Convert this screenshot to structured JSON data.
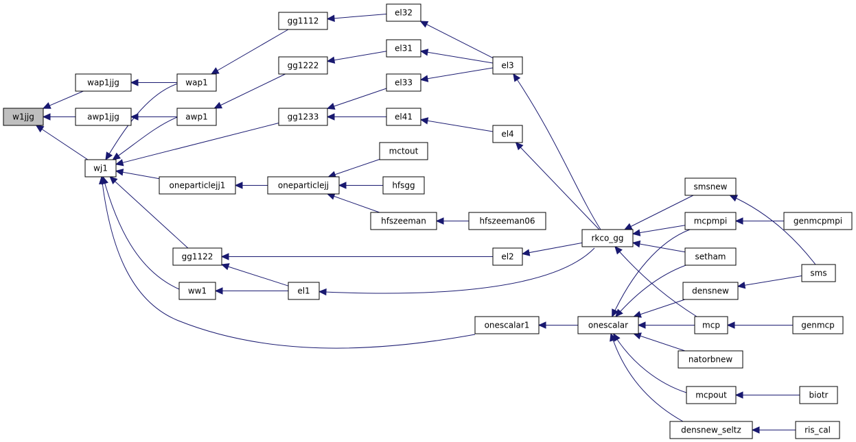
{
  "graph": {
    "root": "w1jjg",
    "nodes": [
      {
        "id": "w1jjg",
        "label": "w1jjg",
        "root": true
      },
      {
        "id": "wap1jjg",
        "label": "wap1jjg"
      },
      {
        "id": "awp1jjg",
        "label": "awp1jjg"
      },
      {
        "id": "wj1",
        "label": "wj1"
      },
      {
        "id": "wap1",
        "label": "wap1"
      },
      {
        "id": "awp1",
        "label": "awp1"
      },
      {
        "id": "gg1112",
        "label": "gg1112"
      },
      {
        "id": "gg1222",
        "label": "gg1222"
      },
      {
        "id": "gg1233",
        "label": "gg1233"
      },
      {
        "id": "oneparticlejj1",
        "label": "oneparticlejj1"
      },
      {
        "id": "gg1122",
        "label": "gg1122"
      },
      {
        "id": "ww1",
        "label": "ww1"
      },
      {
        "id": "onescalar1",
        "label": "onescalar1"
      },
      {
        "id": "el32",
        "label": "el32"
      },
      {
        "id": "el31",
        "label": "el31"
      },
      {
        "id": "el33",
        "label": "el33"
      },
      {
        "id": "el41",
        "label": "el41"
      },
      {
        "id": "el3",
        "label": "el3"
      },
      {
        "id": "el4",
        "label": "el4"
      },
      {
        "id": "oneparticlejj",
        "label": "oneparticlejj"
      },
      {
        "id": "mctout",
        "label": "mctout"
      },
      {
        "id": "hfsgg",
        "label": "hfsgg"
      },
      {
        "id": "hfszeeman",
        "label": "hfszeeman"
      },
      {
        "id": "hfszeeman06",
        "label": "hfszeeman06"
      },
      {
        "id": "el2",
        "label": "el2"
      },
      {
        "id": "el1",
        "label": "el1"
      },
      {
        "id": "rkco_gg",
        "label": "rkco_gg"
      },
      {
        "id": "onescalar",
        "label": "onescalar"
      },
      {
        "id": "smsnew",
        "label": "smsnew"
      },
      {
        "id": "mcpmpi",
        "label": "mcpmpi"
      },
      {
        "id": "setham",
        "label": "setham"
      },
      {
        "id": "densnew",
        "label": "densnew"
      },
      {
        "id": "mcp",
        "label": "mcp"
      },
      {
        "id": "natorbnew",
        "label": "natorbnew"
      },
      {
        "id": "mcpout",
        "label": "mcpout"
      },
      {
        "id": "densnew_seltz",
        "label": "densnew_seltz"
      },
      {
        "id": "genmcpmpi",
        "label": "genmcpmpi"
      },
      {
        "id": "sms",
        "label": "sms"
      },
      {
        "id": "genmcp",
        "label": "genmcp"
      },
      {
        "id": "biotr",
        "label": "biotr"
      },
      {
        "id": "ris_cal",
        "label": "ris_cal"
      }
    ],
    "edges": [
      {
        "from": "wap1jjg",
        "to": "w1jjg"
      },
      {
        "from": "awp1jjg",
        "to": "w1jjg"
      },
      {
        "from": "wj1",
        "to": "w1jjg"
      },
      {
        "from": "wap1",
        "to": "wap1jjg"
      },
      {
        "from": "awp1",
        "to": "awp1jjg"
      },
      {
        "from": "wap1",
        "to": "wj1"
      },
      {
        "from": "awp1",
        "to": "wj1"
      },
      {
        "from": "gg1233",
        "to": "wj1"
      },
      {
        "from": "oneparticlejj1",
        "to": "wj1"
      },
      {
        "from": "gg1122",
        "to": "wj1"
      },
      {
        "from": "ww1",
        "to": "wj1"
      },
      {
        "from": "onescalar1",
        "to": "wj1"
      },
      {
        "from": "gg1112",
        "to": "wap1"
      },
      {
        "from": "gg1222",
        "to": "awp1"
      },
      {
        "from": "el32",
        "to": "gg1112"
      },
      {
        "from": "el31",
        "to": "gg1222"
      },
      {
        "from": "el33",
        "to": "gg1233"
      },
      {
        "from": "el41",
        "to": "gg1233"
      },
      {
        "from": "el3",
        "to": "el32"
      },
      {
        "from": "el3",
        "to": "el31"
      },
      {
        "from": "el3",
        "to": "el33"
      },
      {
        "from": "el4",
        "to": "el41"
      },
      {
        "from": "rkco_gg",
        "to": "el3"
      },
      {
        "from": "rkco_gg",
        "to": "el4"
      },
      {
        "from": "oneparticlejj",
        "to": "oneparticlejj1"
      },
      {
        "from": "mctout",
        "to": "oneparticlejj"
      },
      {
        "from": "hfsgg",
        "to": "oneparticlejj"
      },
      {
        "from": "hfszeeman",
        "to": "oneparticlejj"
      },
      {
        "from": "hfszeeman06",
        "to": "hfszeeman"
      },
      {
        "from": "el2",
        "to": "gg1122"
      },
      {
        "from": "el1",
        "to": "gg1122"
      },
      {
        "from": "el1",
        "to": "ww1"
      },
      {
        "from": "rkco_gg",
        "to": "el2"
      },
      {
        "from": "rkco_gg",
        "to": "el1"
      },
      {
        "from": "onescalar",
        "to": "onescalar1"
      },
      {
        "from": "smsnew",
        "to": "rkco_gg"
      },
      {
        "from": "mcpmpi",
        "to": "rkco_gg"
      },
      {
        "from": "setham",
        "to": "rkco_gg"
      },
      {
        "from": "mcp",
        "to": "rkco_gg"
      },
      {
        "from": "mcpmpi",
        "to": "onescalar"
      },
      {
        "from": "setham",
        "to": "onescalar"
      },
      {
        "from": "densnew",
        "to": "onescalar"
      },
      {
        "from": "mcp",
        "to": "onescalar"
      },
      {
        "from": "natorbnew",
        "to": "onescalar"
      },
      {
        "from": "mcpout",
        "to": "onescalar"
      },
      {
        "from": "densnew_seltz",
        "to": "onescalar"
      },
      {
        "from": "genmcpmpi",
        "to": "mcpmpi"
      },
      {
        "from": "sms",
        "to": "smsnew"
      },
      {
        "from": "sms",
        "to": "densnew"
      },
      {
        "from": "genmcp",
        "to": "mcp"
      },
      {
        "from": "biotr",
        "to": "mcpout"
      },
      {
        "from": "ris_cal",
        "to": "densnew_seltz"
      }
    ]
  }
}
